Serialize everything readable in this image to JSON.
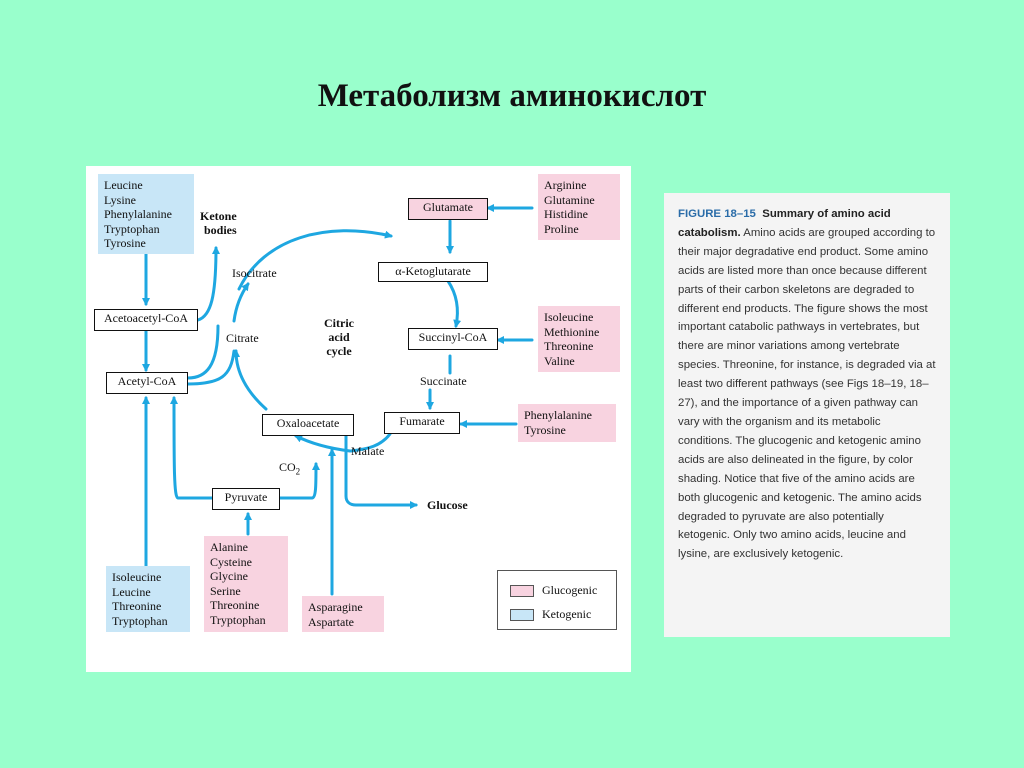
{
  "slide": {
    "title": "Метаболизм аминокислот"
  },
  "diagram": {
    "groups": {
      "ketogenic_top": [
        "Leucine",
        "Lysine",
        "Phenylalanine",
        "Tryptophan",
        "Tyrosine"
      ],
      "glutamate_aa": [
        "Arginine",
        "Glutamine",
        "Histidine",
        "Proline"
      ],
      "succinyl_aa": [
        "Isoleucine",
        "Methionine",
        "Threonine",
        "Valine"
      ],
      "fumarate_aa": [
        "Phenylalanine",
        "Tyrosine"
      ],
      "pyruvate_aa": [
        "Alanine",
        "Cysteine",
        "Glycine",
        "Serine",
        "Threonine",
        "Tryptophan"
      ],
      "oxaloacetate_aa": [
        "Asparagine",
        "Aspartate"
      ],
      "acetyl_aa": [
        "Isoleucine",
        "Leucine",
        "Threonine",
        "Tryptophan"
      ]
    },
    "metabolites": {
      "glutamate": "Glutamate",
      "alpha_kg": "α-Ketoglutarate",
      "succinyl_coa": "Succinyl-CoA",
      "fumarate": "Fumarate",
      "oxaloacetate": "Oxaloacetate",
      "pyruvate": "Pyruvate",
      "acetoacetyl_coa": "Acetoacetyl-CoA",
      "acetyl_coa": "Acetyl-CoA"
    },
    "labels": {
      "ketone_bodies": [
        "Ketone",
        "bodies"
      ],
      "isocitrate": "Isocitrate",
      "citrate": "Citrate",
      "cycle": [
        "Citric",
        "acid",
        "cycle"
      ],
      "succinate": "Succinate",
      "malate": "Malate",
      "co2": "CO",
      "co2_sub": "2",
      "glucose": "Glucose"
    },
    "legend": {
      "glucogenic": "Glucogenic",
      "ketogenic": "Ketogenic"
    },
    "colors": {
      "arrow": "#1ea7e1",
      "glucogenic": "#f8d3e0",
      "ketogenic": "#c8e6f7"
    }
  },
  "caption": {
    "figure_label": "FIGURE 18–15",
    "title": "Summary of amino acid catabolism.",
    "body": "Amino acids are grouped according to their major degradative end product. Some amino acids are listed more than once because different parts of their carbon skeletons are degraded to different end products. The figure shows the most important catabolic pathways in vertebrates, but there are minor variations among vertebrate species. Threonine, for instance, is degraded via at least two different pathways (see Figs 18–19, 18–27), and the importance of a given pathway can vary with the organism and its metabolic conditions. The glucogenic and ketogenic amino acids are also delineated in the figure, by color shading. Notice that five of the amino acids are both glucogenic and ketogenic. The amino acids degraded to pyruvate are also potentially ketogenic. Only two amino acids, leucine and lysine, are exclusively ketogenic."
  }
}
